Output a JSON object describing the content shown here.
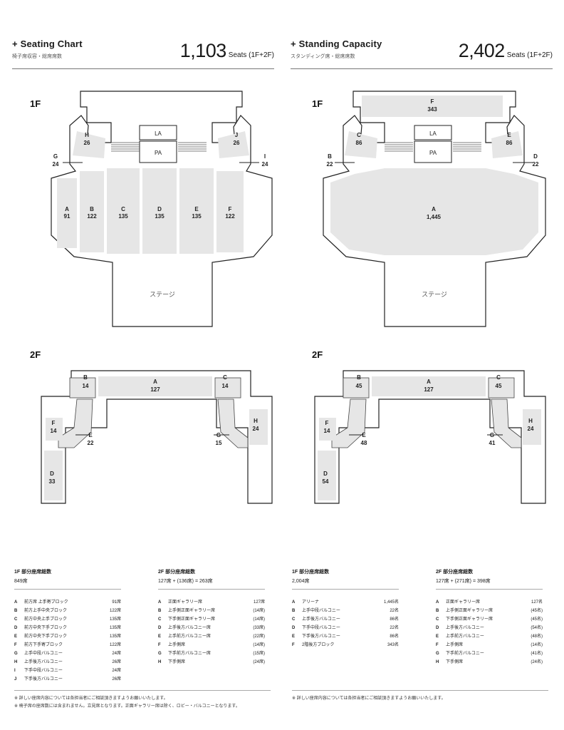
{
  "seating": {
    "title": "Seating Chart",
    "subtitle": "椅子席収容・総席席数",
    "total": "1,103",
    "unit": "Seats (1F+2F)",
    "floor1_label": "1F",
    "floor2_label": "2F",
    "stage": "ステージ",
    "f1": {
      "H": {
        "name": "H",
        "count": "26"
      },
      "J": {
        "name": "J",
        "count": "26"
      },
      "G": {
        "name": "G",
        "count": "24"
      },
      "I": {
        "name": "I",
        "count": "24"
      },
      "LA": "LA",
      "PA": "PA",
      "A": {
        "name": "A",
        "count": "91"
      },
      "B": {
        "name": "B",
        "count": "122"
      },
      "C": {
        "name": "C",
        "count": "135"
      },
      "D": {
        "name": "D",
        "count": "135"
      },
      "E": {
        "name": "E",
        "count": "135"
      },
      "F": {
        "name": "F",
        "count": "122"
      }
    },
    "f2": {
      "A": {
        "name": "A",
        "count": "127"
      },
      "B": {
        "name": "B",
        "count": "14"
      },
      "C": {
        "name": "C",
        "count": "14"
      },
      "F": {
        "name": "F",
        "count": "14"
      },
      "E": {
        "name": "E",
        "count": "22"
      },
      "G": {
        "name": "G",
        "count": "15"
      },
      "H": {
        "name": "H",
        "count": "24"
      },
      "D": {
        "name": "D",
        "count": "33"
      }
    },
    "table1": {
      "title": "1F 部分座席総数",
      "subtitle": "849席",
      "rows": [
        {
          "k": "A",
          "n": "前方席 上手寄ブロック",
          "v": "91席"
        },
        {
          "k": "B",
          "n": "前方上手中央ブロック",
          "v": "122席"
        },
        {
          "k": "C",
          "n": "前方中央上手ブロック",
          "v": "135席"
        },
        {
          "k": "D",
          "n": "前方中央下手ブロック",
          "v": "135席"
        },
        {
          "k": "E",
          "n": "前方中央下手ブロック",
          "v": "135席"
        },
        {
          "k": "F",
          "n": "前方下手寄ブロック",
          "v": "122席"
        },
        {
          "k": "G",
          "n": "上手中段バルコニー",
          "v": "24席"
        },
        {
          "k": "H",
          "n": "上手後方バルコニー",
          "v": "26席"
        },
        {
          "k": "I",
          "n": "下手中段バルコニー",
          "v": "24席"
        },
        {
          "k": "J",
          "n": "下手後方バルコニー",
          "v": "26席"
        }
      ]
    },
    "table2": {
      "title": "2F 部分座席総数",
      "subtitle": "127席 + (136席) = 263席",
      "rows": [
        {
          "k": "A",
          "n": "正面ギャラリー席",
          "v": "127席"
        },
        {
          "k": "B",
          "n": "上手側正面ギャラリー席",
          "v": "(14席)"
        },
        {
          "k": "C",
          "n": "下手側正面ギャラリー席",
          "v": "(14席)"
        },
        {
          "k": "D",
          "n": "上手後方バルコニー席",
          "v": "(33席)"
        },
        {
          "k": "E",
          "n": "上手前方バルコニー席",
          "v": "(22席)"
        },
        {
          "k": "F",
          "n": "上手側席",
          "v": "(14席)"
        },
        {
          "k": "G",
          "n": "下手前方バルコニー席",
          "v": "(15席)"
        },
        {
          "k": "H",
          "n": "下手側席",
          "v": "(24席)"
        }
      ]
    },
    "notes": [
      "※ 詳しい座席内容については各担当者にご相談頂きますようお願いいたします。",
      "※ 椅子席の座席数には含まれません。立見席となります。正面ギャラリー席は除く、ロビー・バルコニーとなります。"
    ]
  },
  "standing": {
    "title": "Standing Capacity",
    "subtitle": "スタンディング席・総席席数",
    "total": "2,402",
    "unit": "Seats (1F+2F)",
    "floor1_label": "1F",
    "floor2_label": "2F",
    "stage": "ステージ",
    "f1": {
      "F": {
        "name": "F",
        "count": "343"
      },
      "C": {
        "name": "C",
        "count": "86"
      },
      "E": {
        "name": "E",
        "count": "86"
      },
      "B": {
        "name": "B",
        "count": "22"
      },
      "D": {
        "name": "D",
        "count": "22"
      },
      "LA": "LA",
      "PA": "PA",
      "A": {
        "name": "A",
        "count": "1,445"
      }
    },
    "f2": {
      "A": {
        "name": "A",
        "count": "127"
      },
      "B": {
        "name": "B",
        "count": "45"
      },
      "C": {
        "name": "C",
        "count": "45"
      },
      "F": {
        "name": "F",
        "count": "14"
      },
      "E": {
        "name": "E",
        "count": "48"
      },
      "G": {
        "name": "G",
        "count": "41"
      },
      "H": {
        "name": "H",
        "count": "24"
      },
      "D": {
        "name": "D",
        "count": "54"
      }
    },
    "table1": {
      "title": "1F 部分座席総数",
      "subtitle": "2,004席",
      "rows": [
        {
          "k": "A",
          "n": "アリーナ",
          "v": "1,445名"
        },
        {
          "k": "B",
          "n": "上手中段バルコニー",
          "v": "22名"
        },
        {
          "k": "C",
          "n": "上手後方バルコニー",
          "v": "86名"
        },
        {
          "k": "D",
          "n": "下手中段バルコニー",
          "v": "22名"
        },
        {
          "k": "E",
          "n": "下手後方バルコニー",
          "v": "86名"
        },
        {
          "k": "F",
          "n": "2階後方ブロック",
          "v": "343名"
        }
      ]
    },
    "table2": {
      "title": "2F 部分座席総数",
      "subtitle": "127席 + (271席) = 398席",
      "rows": [
        {
          "k": "A",
          "n": "正面ギャラリー席",
          "v": "127名"
        },
        {
          "k": "B",
          "n": "上手側正面ギャラリー席",
          "v": "(45名)"
        },
        {
          "k": "C",
          "n": "下手側正面ギャラリー席",
          "v": "(45名)"
        },
        {
          "k": "D",
          "n": "上手後方バルコニー",
          "v": "(54名)"
        },
        {
          "k": "E",
          "n": "上手前方バルコニー",
          "v": "(48名)"
        },
        {
          "k": "F",
          "n": "上手側席",
          "v": "(14名)"
        },
        {
          "k": "G",
          "n": "下手前方バルコニー",
          "v": "(41名)"
        },
        {
          "k": "H",
          "n": "下手側席",
          "v": "(24名)"
        }
      ]
    },
    "notes": [
      "※ 詳しい座席内容については各担当者にご相談頂きますようお願いいたします。"
    ]
  },
  "colors": {
    "block": "#e6e6e6",
    "line": "#222222",
    "stage": "#ffffff"
  }
}
